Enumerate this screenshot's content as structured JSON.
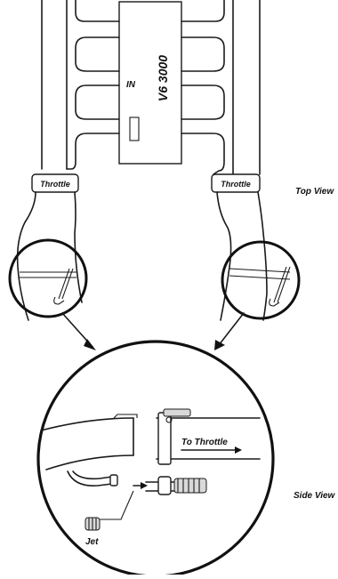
{
  "diagram": {
    "engine_label": "V6 3000",
    "engine_badge": "IN",
    "throttle_left_label": "Throttle",
    "throttle_right_label": "Throttle",
    "top_view_label": "Top View",
    "side_view_label": "Side View",
    "to_throttle_label": "To Throttle",
    "jet_label": "Jet"
  },
  "colors": {
    "ink": "#1a1a1a",
    "paper": "#ffffff",
    "shade": "#d9d9d9"
  }
}
